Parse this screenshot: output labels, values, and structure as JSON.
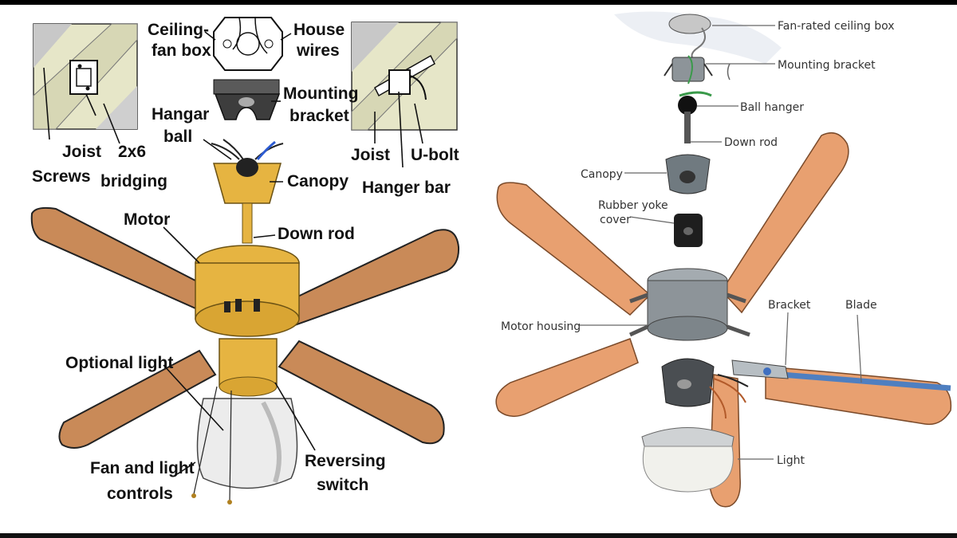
{
  "left_diagram": {
    "labels": {
      "ceiling_fan_box_1": "Ceiling-",
      "ceiling_fan_box_2": "fan box",
      "house_wires_1": "House",
      "house_wires_2": "wires",
      "mounting_bracket_1": "Mounting",
      "mounting_bracket_2": "bracket",
      "hangar_ball_1": "Hangar",
      "hangar_ball_2": "ball",
      "canopy": "Canopy",
      "down_rod": "Down rod",
      "motor": "Motor",
      "joist_left": "Joist",
      "bridging_1": "2x6",
      "bridging_2": "bridging",
      "screws": "Screws",
      "joist_right": "Joist",
      "u_bolt": "U-bolt",
      "hanger_bar": "Hanger bar",
      "optional_light": "Optional light",
      "controls_1": "Fan and light",
      "controls_2": "controls",
      "reversing_1": "Reversing",
      "reversing_2": "switch"
    }
  },
  "right_diagram": {
    "labels": {
      "ceiling_box": "Fan-rated ceiling box",
      "mounting_bracket": "Mounting bracket",
      "ball_hanger": "Ball hanger",
      "down_rod": "Down rod",
      "canopy": "Canopy",
      "yoke_cover_1": "Rubber yoke",
      "yoke_cover_2": "cover",
      "motor_housing": "Motor housing",
      "bracket": "Bracket",
      "blade": "Blade",
      "light": "Light"
    }
  },
  "colors": {
    "blade_left": "#c98a58",
    "brass": "#e6b441",
    "blade_right": "#e8a070",
    "housing_gray": "#8d9499",
    "blade_highlight": "#4f7fc0"
  }
}
